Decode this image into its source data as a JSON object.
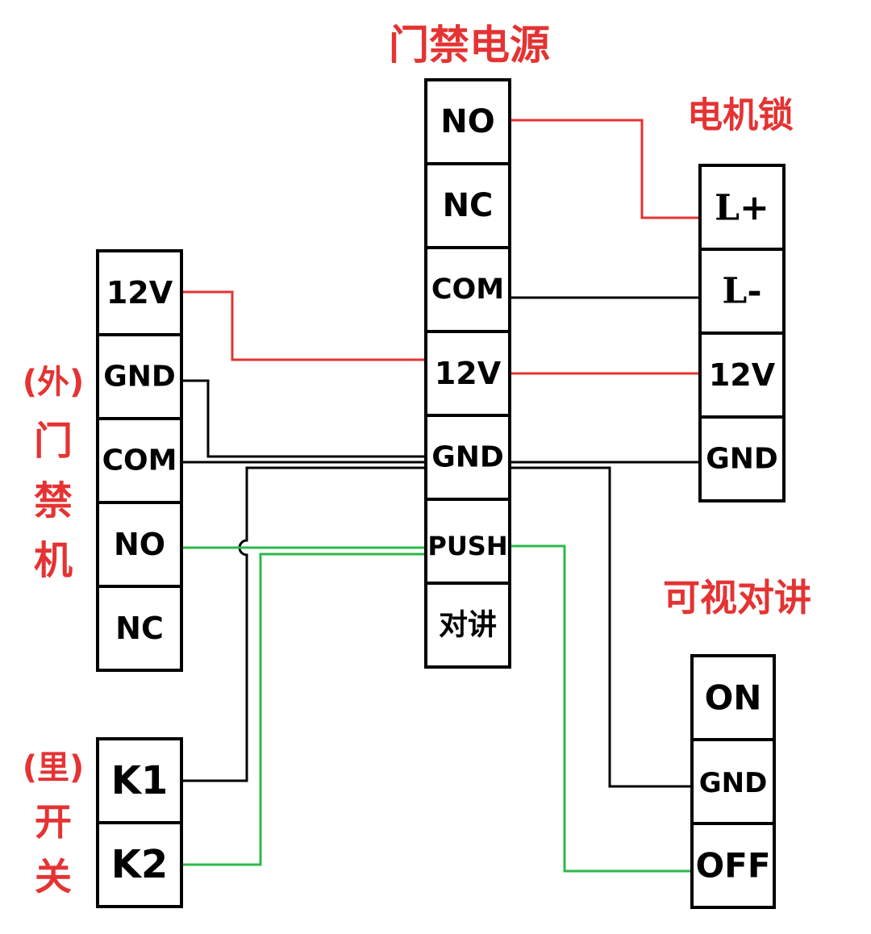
{
  "colors": {
    "red": "#e53333",
    "black": "#000000",
    "green": "#2db84a"
  },
  "labels": {
    "power": "门禁电源",
    "lock": "电机锁",
    "intercom": "可视对讲",
    "access_prefix": "(外)",
    "access_chars": [
      "门",
      "禁",
      "机"
    ],
    "switch_prefix": "(里)",
    "switch_chars": [
      "开",
      "关"
    ]
  },
  "blocks": {
    "access_control": [
      "12V",
      "GND",
      "COM",
      "NO",
      "NC"
    ],
    "power_supply": [
      "NO",
      "NC",
      "COM",
      "12V",
      "GND",
      "PUSH",
      "对讲"
    ],
    "motor_lock": [
      "L+",
      "L-",
      "12V",
      "GND"
    ],
    "intercom": [
      "ON",
      "GND",
      "OFF"
    ],
    "switch": [
      "K1",
      "K2"
    ]
  }
}
